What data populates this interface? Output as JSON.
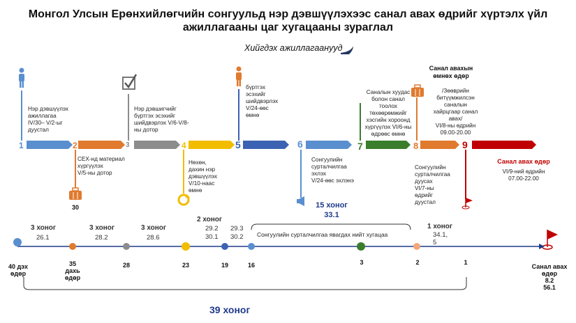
{
  "header": {
    "title": "Монгол Улсын Ерөнхийлөгчийн сонгуульд нэр дэвшүүлэхээс санал авах өдрийг хүртэлх үйл ажиллагааны цаг хугацааны зураглал",
    "subtitle": "Хийгдэх ажиллагаанууд"
  },
  "steps": [
    {
      "num": "1",
      "text": "Нэр дэвшүүлэх\nажиллагаа\nIV/30– V/2-ыг\nдуустал",
      "color": "#5a8fcf",
      "icon": "person-icon"
    },
    {
      "num": "2",
      "text": "СЕХ-нд материал\nхүргүүлэх\nV/5-ны дотор",
      "color": "#e07a2e",
      "icon": "briefcase-icon",
      "extra": "30"
    },
    {
      "num": "3",
      "text": "Нэр дэвшигчийг\nбүртгэх эсэхийг\nшийдвэрлэх V/6-V/8-\nны дотор",
      "color": "#8c8c8c",
      "icon": "checkbox-icon"
    },
    {
      "num": "4",
      "text": "Нөхөн,\nдахин нэр\nдэвшүүлэх\nV/10-наас\nөмнө",
      "color": "#f2bd00",
      "icon": "cycle-icon"
    },
    {
      "num": "5",
      "text": "бүртгэх\nэсэхийг\nшийдвэрлэх\nV/24-өөс\nөмнө",
      "color": "#3c62b3",
      "icon": "person-icon"
    },
    {
      "num": "6",
      "text": "Сонгуулийн\nсурталчилгаа\nэхлэх\nV/24-өөс эхлэнэ",
      "color": "#5a8fcf",
      "icon": "megaphone-icon"
    },
    {
      "num": "7",
      "text": "Саналын хуудас\nболон санал\nтоолох\nтөхөөрөмжийг\nхэсгийн хороонд\nхүргүүлэх VI/6-ны\nөдрөөс өмнө",
      "color": "#3a7d2c",
      "icon": "none"
    },
    {
      "num": "8",
      "text": "Сонгуулийн\nсурталчилгаа\nдуусах\nVI/7-ны\nөдрийг\nдуустал",
      "color": "#e07a2e",
      "icon": "briefcase-icon"
    },
    {
      "num": "9",
      "text": "",
      "color": "#c00000",
      "icon": "flag-icon"
    }
  ],
  "before_vote": {
    "title": "Санал авахын\nөмнөх өдөр",
    "text": "/Зөөврийн\nбитүүмжилсэн\nсаналын\nхайрцгаар санал\nавах/\nVI/8-ны өдрийн\n09.00-20.00"
  },
  "vote_day": {
    "title": "Санал авах өдөр",
    "text": "VI/9-ний өдрийн\n07.00-22.00"
  },
  "campaign": {
    "days": "15 хоног",
    "date": "33.1",
    "bracket_text": "Сонгуулийн сурталчилгаа явагдах нийт хугацаа"
  },
  "periods": [
    {
      "days": "3 хоног",
      "date": "26.1"
    },
    {
      "days": "3 хоног",
      "date": "28.2"
    },
    {
      "days": "3 хоног",
      "date": "28.6"
    },
    {
      "days": "2 хоног",
      "date": "29.2\n30.1"
    },
    {
      "days": "",
      "date": "29.3\n30.2"
    },
    {
      "days": "1 хоног",
      "date": "34.1,\n5"
    }
  ],
  "timeline": [
    {
      "label": "40 дэх\nөдөр",
      "bold": true,
      "color": "#5a8fcf"
    },
    {
      "label": "35\nдахь\nөдөр",
      "bold": true,
      "color": "#e07a2e"
    },
    {
      "label": "28",
      "bold": true,
      "color": "#8c8c8c"
    },
    {
      "label": "23",
      "bold": true,
      "color": "#f2bd00"
    },
    {
      "label": "19",
      "bold": true,
      "color": "#3c62b3"
    },
    {
      "label": "16",
      "bold": true,
      "color": "#5a8fcf"
    },
    {
      "label": "3",
      "bold": true,
      "color": "#3a7d2c"
    },
    {
      "label": "2",
      "bold": true,
      "color": "#e07a2e"
    },
    {
      "label": "1",
      "bold": true,
      "color": "#c00000"
    },
    {
      "label": "Санал авах\nөдөр\n8.2\n56.1",
      "bold": true,
      "color": "#c00000"
    }
  ],
  "total": {
    "days": "39 хоног"
  }
}
